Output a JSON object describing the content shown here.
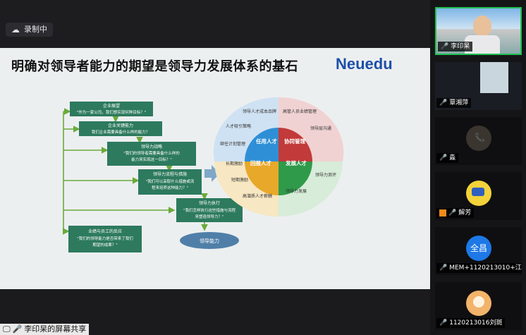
{
  "recording": {
    "label": "录制中"
  },
  "slide": {
    "title": "明确对领导者能力的期望是领导力发展体系的基石",
    "logo": "Neuedu",
    "flow_boxes": [
      {
        "heading": "企业展望",
        "lines": [
          "\"作为一家公司，我们想实现何种目标？\""
        ]
      },
      {
        "heading": "企业关键能力",
        "lines": [
          "我们企业需要具备什么样的能力？"
        ]
      },
      {
        "heading": "领导力战略",
        "lines": [
          "\"我们的领导者需要具备什么样的",
          "能力来实现这一目标？\""
        ]
      },
      {
        "heading": "领导力流程与措施",
        "lines": [
          "\"我们可以采取什么措施或流",
          "程来培养这种能力？\""
        ]
      },
      {
        "heading": "领导力执行",
        "lines": [
          "\"我们怎样执行这些措施与流程",
          "来塑造领导力？\""
        ]
      },
      {
        "heading": "业绩与员工的反应",
        "lines": [
          "\"我们的领导能力是否带来了我们",
          "期望的成果？\""
        ]
      }
    ],
    "ellipse_label": "领导能力",
    "wheel": {
      "segments": [
        {
          "label": "任用人才",
          "color": "#2f8fd6"
        },
        {
          "label": "协同管理",
          "color": "#c23a3a"
        },
        {
          "label": "发展人才",
          "color": "#2e9a4a"
        },
        {
          "label": "回报人才",
          "color": "#e8a82a"
        }
      ],
      "outer_labels": [
        "领导人才成本品牌",
        "人才吸引策略",
        "继任计划管理",
        "高管人员业绩管理",
        "领导层沟通",
        "领导力测评",
        "领导力发展",
        "长期激励",
        "短期激励",
        "高潜质人才薪酬"
      ]
    }
  },
  "screen_share": {
    "label": "李印杲的屏幕共享"
  },
  "participants": [
    {
      "name": "李印杲",
      "type": "video",
      "active": true
    },
    {
      "name": "覃湘萍",
      "type": "video",
      "active": false
    },
    {
      "name": "淼",
      "type": "avatar",
      "active": false
    },
    {
      "name": "解芳",
      "type": "avatar",
      "active": false
    },
    {
      "name": "MEM+1120213010+江...",
      "type": "initials",
      "initials": "全昌",
      "active": false
    },
    {
      "name": "1120213016刘斑",
      "type": "avatar",
      "active": false
    }
  ]
}
